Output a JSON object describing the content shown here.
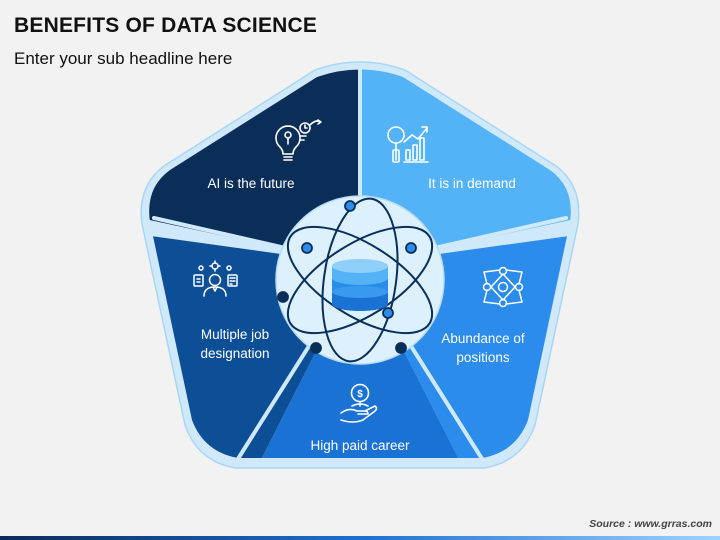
{
  "header": {
    "title": "BENEFITS OF DATA SCIENCE",
    "subtitle": "Enter your sub headline here"
  },
  "colors": {
    "background": "#f2f2f2",
    "frame": "#cfe9fb",
    "segment_ai": "#0b2e59",
    "segment_demand": "#53b3f6",
    "segment_positions": "#2b8ceb",
    "segment_career": "#1a73d4",
    "segment_jobs": "#0d4f97",
    "center_circle": "#ddf1fd",
    "orbit": "#0b2e59"
  },
  "segments": [
    {
      "id": "ai",
      "label": "AI is the future",
      "icon": "ai-brain-lightbulb-icon"
    },
    {
      "id": "demand",
      "label": "It is in demand",
      "icon": "search-growth-chart-icon"
    },
    {
      "id": "positions",
      "label": "Abundance of positions",
      "icon": "network-nodes-icon"
    },
    {
      "id": "career",
      "label": "High paid career",
      "icon": "money-hand-icon"
    },
    {
      "id": "jobs",
      "label": "Multiple job designation",
      "icon": "person-multiple-roles-icon"
    }
  ],
  "center": {
    "icon": "atom-database-icon"
  },
  "footer": {
    "source": "Source : www.grras.com"
  }
}
